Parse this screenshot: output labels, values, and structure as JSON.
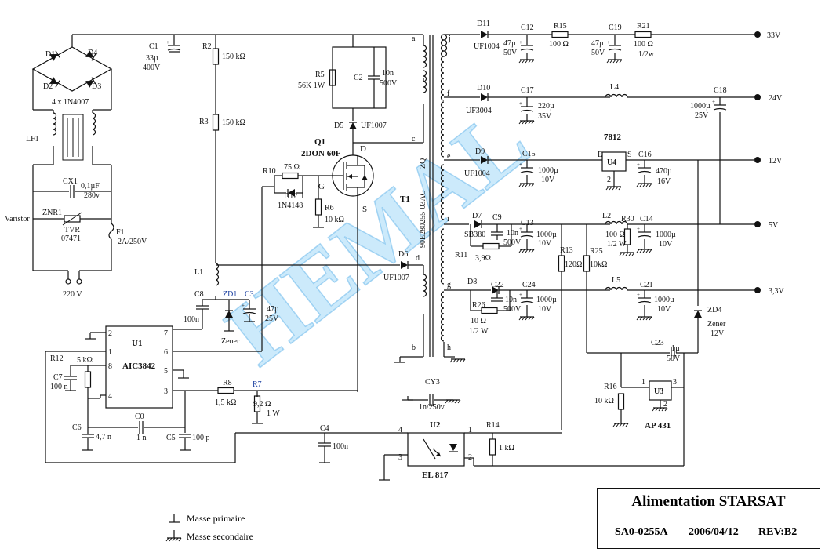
{
  "title_block": {
    "title": "Alimentation STARSAT",
    "ref": "SA0-0255A",
    "date": "2006/04/12",
    "rev": "REV:B2"
  },
  "watermark": "HEMAL",
  "legend": {
    "primary": "Masse primaire",
    "secondary": "Masse secondaire"
  },
  "outputs": [
    "33V",
    "24V",
    "12V",
    "5V",
    "3,3V"
  ],
  "input": {
    "mains": "220 V",
    "bridge_note": "4 x 1N4007",
    "varistor_label": "Varistor"
  },
  "transformer": {
    "ref": "T1",
    "part": "90E280255-03AG",
    "code": "ZQ",
    "pins": [
      "a",
      "c",
      "d",
      "b",
      "j",
      "f",
      "e",
      "i",
      "g",
      "h"
    ]
  },
  "components": {
    "D1": "D1",
    "D2": "D2",
    "D3": "D3",
    "D4": "D4",
    "LF1": "LF1",
    "CX1": "CX1",
    "CX1_v": "0,1µF",
    "CX1_v2": "280v",
    "ZNR1": "ZNR1",
    "ZNR1_v": "TVR",
    "ZNR1_v2": "07471",
    "F1": "F1",
    "F1_v": "2A/250V",
    "C1": "C1",
    "C1_v": "33µ",
    "C1_v2": "400V",
    "R2": "R2",
    "R2_v": "150 kΩ",
    "R3": "R3",
    "R3_v": "150 kΩ",
    "R5": "R5",
    "R5_v": "56K 1W",
    "C2": "C2",
    "C2_v": "10n",
    "C2_v2": "500V",
    "D5": "D5",
    "D5_v": "UF1007",
    "Q1": "Q1",
    "Q1_v": "2DON 60F",
    "Q1_D": "D",
    "Q1_G": "G",
    "Q1_S": "S",
    "R10": "R10",
    "R10_v": "75 Ω",
    "D12": "D12",
    "D12_v": "1N4148",
    "R6": "R6",
    "R6_v": "10 kΩ",
    "L1": "L1",
    "C8": "C8",
    "C8_v": "100n",
    "ZD1": "ZD1",
    "ZD1_v": "Zener",
    "C3": "C3",
    "C3_v": "47µ",
    "C3_v2": "25V",
    "D6": "D6",
    "D6_v": "UF1007",
    "U1": "U1",
    "U1_v": "AIC3842",
    "U1_pins": [
      "2",
      "1",
      "8",
      "4",
      "7",
      "6",
      "5",
      "3"
    ],
    "R12": "R12",
    "R12_v": "5 kΩ",
    "C7": "C7",
    "C7_v": "100 n",
    "C6": "C6",
    "C6_v": "4,7 n",
    "C0": "C0",
    "C0_v": "1 n",
    "C5": "C5",
    "C5_v": "100 p",
    "R8": "R8",
    "R8_v": "1,5 kΩ",
    "R7": "R7",
    "R7_v": "9,2 Ω",
    "R7_v2": "1 W",
    "C4": "C4",
    "C4_v": "100n",
    "CY3": "CY3",
    "CY3_v": "1n/250v",
    "U2": "U2",
    "U2_v": "EL 817",
    "U2_pins": [
      "4",
      "3",
      "1",
      "2"
    ],
    "R14": "R14",
    "R14_v": "1 kΩ",
    "D11": "D11",
    "D11_v": "UF1004",
    "C12": "C12",
    "C12_v": "47µ",
    "C12_v2": "50V",
    "R15": "R15",
    "R15_v": "100 Ω",
    "C19": "C19",
    "C19_v": "47µ",
    "C19_v2": "50V",
    "R21": "R21",
    "R21_v": "100 Ω",
    "R21_v2": "1/2w",
    "D10": "D10",
    "D10_v": "UF3004",
    "C17": "C17",
    "C17_v": "220µ",
    "C17_v2": "35V",
    "L4": "L4",
    "C18": "C18",
    "C18_v": "1000µ",
    "C18_v2": "25V",
    "D9": "D9",
    "D9_v": "UF1004",
    "C15": "C15",
    "C15_v": "1000µ",
    "C15_v2": "10V",
    "U4": "U4",
    "U4_v": "7812",
    "U4_E": "E",
    "U4_S": "S",
    "U4_2": "2",
    "C16": "C16",
    "C16_v": "470µ",
    "C16_v2": "16V",
    "D7": "D7",
    "D7_v": "SB380",
    "C9": "C9",
    "C9_v": "10n",
    "C9_v2": "500V",
    "C13": "C13",
    "C13_v": "1000µ",
    "C13_v2": "10V",
    "R11": "R11",
    "R11_v": "3,9Ω",
    "L2": "L2",
    "R30": "R30",
    "R30_v": "100 Ω",
    "R30_v2": "1/2 W",
    "C14": "C14",
    "C14_v": "1000µ",
    "C14_v2": "10V",
    "R13": "R13",
    "R13_v": "120Ω",
    "R25": "R25",
    "R25_v": "10kΩ",
    "D8": "D8",
    "C22": "C22",
    "C22_v": "10n",
    "C22_v2": "500V",
    "C24": "C24",
    "C24_v": "1000µ",
    "C24_v2": "10V",
    "R26": "R26",
    "R26_v": "10 Ω",
    "R26_v2": "1/2 W",
    "L5": "L5",
    "C21": "C21",
    "C21_v": "1000µ",
    "C21_v2": "10V",
    "ZD4": "ZD4",
    "ZD4_v": "Zener",
    "ZD4_v2": "12V",
    "C23": "C23",
    "C23_v": "1µ",
    "C23_v2": "50V",
    "R16": "R16",
    "R16_v": "10 kΩ",
    "U3": "U3",
    "U3_v": "AP 431",
    "U3_pins": [
      "1",
      "3",
      "2"
    ]
  }
}
